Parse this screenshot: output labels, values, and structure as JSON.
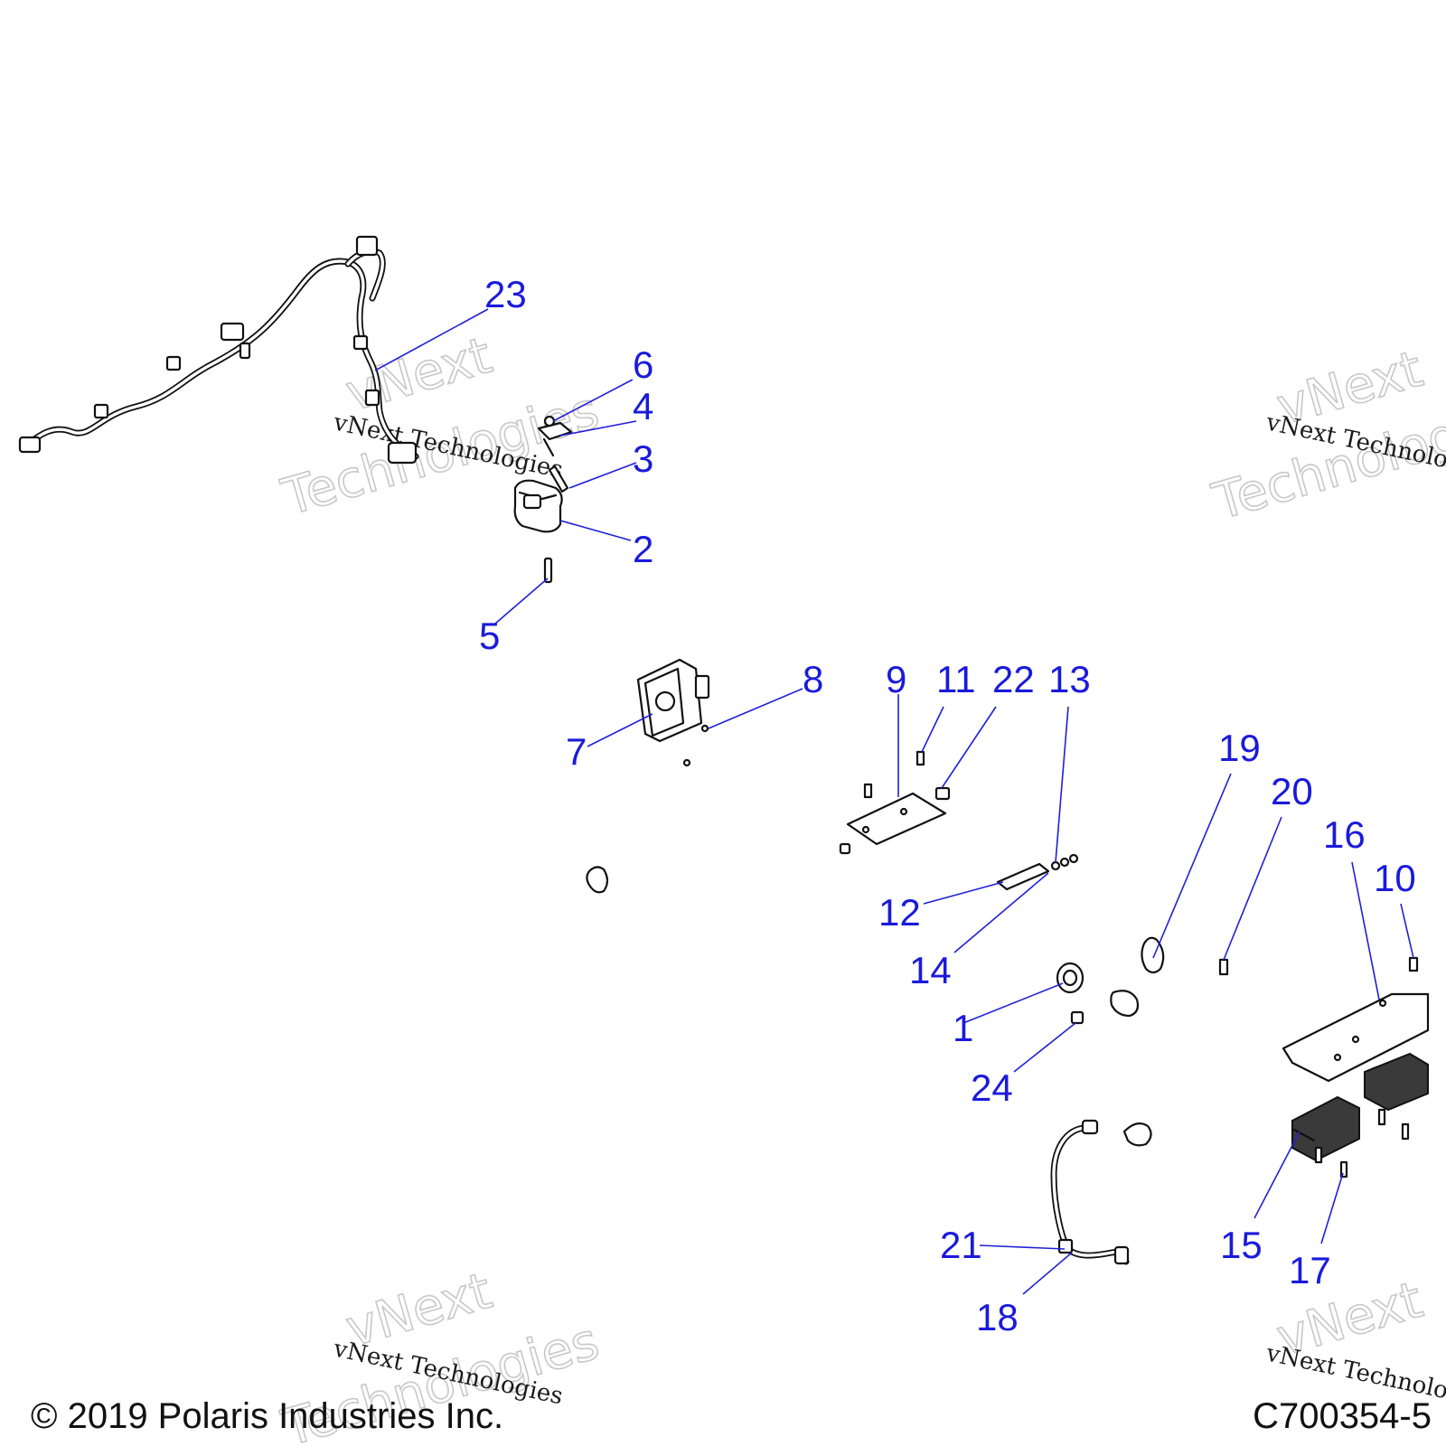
{
  "callouts": {
    "c1": "1",
    "c2": "2",
    "c3": "3",
    "c4": "4",
    "c5": "5",
    "c6": "6",
    "c7": "7",
    "c8": "8",
    "c9": "9",
    "c10": "10",
    "c11": "11",
    "c12": "12",
    "c13": "13",
    "c14": "14",
    "c15": "15",
    "c16": "16",
    "c17": "17",
    "c18": "18",
    "c19": "19",
    "c20": "20",
    "c21": "21",
    "c22": "22",
    "c23": "23",
    "c24": "24"
  },
  "watermark": {
    "small_text": "vNext Technologies",
    "big_line1": "vNext",
    "big_line2": "Technologies"
  },
  "footer": {
    "copyright": "© 2019 Polaris Industries Inc.",
    "drawing_number": "C700354-5"
  },
  "colors": {
    "callout": "#1a1adc",
    "leader": "#2020d8",
    "line_art": "#111111",
    "watermark": "#c8c8c8"
  }
}
